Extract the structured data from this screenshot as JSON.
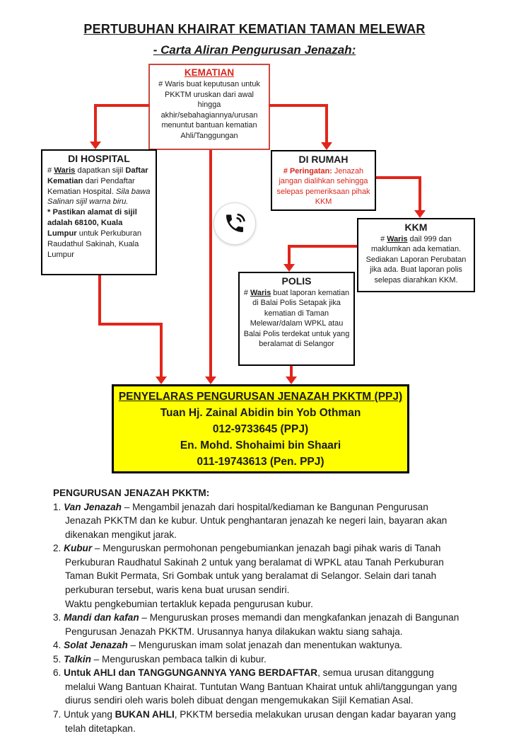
{
  "header": {
    "title": "PERTUBUHAN KHAIRAT KEMATIAN TAMAN MELEWAR",
    "subtitle": "- Carta Aliran Pengurusan Jenazah:"
  },
  "colors": {
    "arrow_red": "#e1251b",
    "alert_red_text": "#d8261b",
    "highlight_yellow": "#ffff00"
  },
  "flow": {
    "kematian": {
      "title": "KEMATIAN",
      "body": "# Waris buat keputusan untuk PKKTM uruskan dari awal hingga akhir/sebahagiannya/urusan menuntut bantuan kematian Ahli/Tanggungan"
    },
    "hospital": {
      "title": "DI HOSPITAL",
      "p1": "# ",
      "waris": "Waris",
      "p2": " dapatkan sijil ",
      "daftar": "Daftar Kematian",
      "p3": " dari Pendaftar Kematian Hospital. ",
      "nota_italic": "Sila bawa Salinan sijil warna biru.",
      "nota_bold": "* Pastikan alamat di sijil adalah 68100, Kuala Lumpur",
      "p4": " untuk Perkuburan Raudathul Sakinah, Kuala Lumpur"
    },
    "rumah": {
      "title": "DI RUMAH",
      "tag": "# Peringatan:",
      "body": " Jenazah jangan dialihkan sehingga selepas pemeriksaan pihak KKM"
    },
    "kkm": {
      "title": "KKM",
      "p1": "# ",
      "waris": "Waris",
      "p2": " dail 999 dan maklumkan ada kematian. Sediakan Laporan Perubatan jika ada. Buat laporan polis selepas diarahkan KKM."
    },
    "polis": {
      "title": "POLIS",
      "p1": "# ",
      "waris": "Waris",
      "p2": " buat laporan kematian di Balai Polis Setapak jika kematian di Taman Melewar/dalam WPKL atau Balai Polis terdekat untuk yang beralamat di Selangor"
    },
    "phone_icon": "phone-call-icon",
    "ppj": {
      "title": "PENYELARAS PENGURUSAN JENAZAH PKKTM (PPJ)",
      "line1": "Tuan Hj. Zainal Abidin bin Yob Othman",
      "line2": "012-9733645 (PPJ)",
      "line3": "En. Mohd. Shohaimi bin Shaari",
      "line4": "011-19743613 (Pen. PPJ)"
    }
  },
  "procedures": {
    "heading": "PENGURUSAN JENAZAH PKKTM:",
    "items": [
      {
        "segments": [
          {
            "t": "1. "
          },
          {
            "t": "Van Jenazah",
            "s": "bi"
          },
          {
            "t": " – Mengambil jenazah dari hospital/kediaman ke Bangunan Pengurusan Jenazah PKKTM dan ke kubur.  Untuk penghantaran jenazah ke negeri lain, bayaran akan dikenakan mengikut jarak."
          }
        ]
      },
      {
        "segments": [
          {
            "t": "2. "
          },
          {
            "t": "Kubur",
            "s": "bi"
          },
          {
            "t": " – Menguruskan permohonan pengebumiankan jenazah bagi pihak waris di Tanah Perkuburan Raudhatul Sakinah 2 untuk yang beralamat di WPKL atau Tanah Perkuburan Taman Bukit Permata, Sri Gombak untuk yang beralamat di Selangor. Selain dari tanah perkuburan tersebut, waris kena buat urusan sendiri."
          },
          {
            "br": true
          },
          {
            "t": "Waktu pengkebumian tertakluk kepada pengurusan kubur."
          }
        ]
      },
      {
        "segments": [
          {
            "t": "3. "
          },
          {
            "t": "Mandi dan kafan",
            "s": "bi"
          },
          {
            "t": " – Menguruskan proses memandi dan mengkafankan jenazah di Bangunan Pengurusan Jenazah PKKTM.  Urusannya hanya dilakukan waktu siang sahaja."
          }
        ]
      },
      {
        "segments": [
          {
            "t": "4. "
          },
          {
            "t": "Solat Jenazah",
            "s": "bi"
          },
          {
            "t": " – Menguruskan imam solat jenazah dan menentukan waktunya."
          }
        ]
      },
      {
        "segments": [
          {
            "t": "5. "
          },
          {
            "t": "Talkin",
            "s": "bi"
          },
          {
            "t": " – Menguruskan pembaca talkin di kubur."
          }
        ]
      },
      {
        "segments": [
          {
            "t": "6. "
          },
          {
            "t": "Untuk AHLI dan TANGGUNGANNYA YANG BERDAFTAR",
            "s": "b"
          },
          {
            "t": ", semua urusan ditanggung melalui Wang Bantuan Khairat. Tuntutan Wang Bantuan Khairat untuk ahli/tanggungan yang diurus sendiri oleh waris boleh dibuat dengan mengemukakan Sijil Kematian Asal."
          }
        ]
      },
      {
        "segments": [
          {
            "t": "7. "
          },
          {
            "t": "Untuk yang "
          },
          {
            "t": "BUKAN AHLI",
            "s": "b"
          },
          {
            "t": ", PKKTM bersedia melakukan urusan dengan kadar bayaran yang telah ditetapkan."
          }
        ]
      }
    ]
  }
}
